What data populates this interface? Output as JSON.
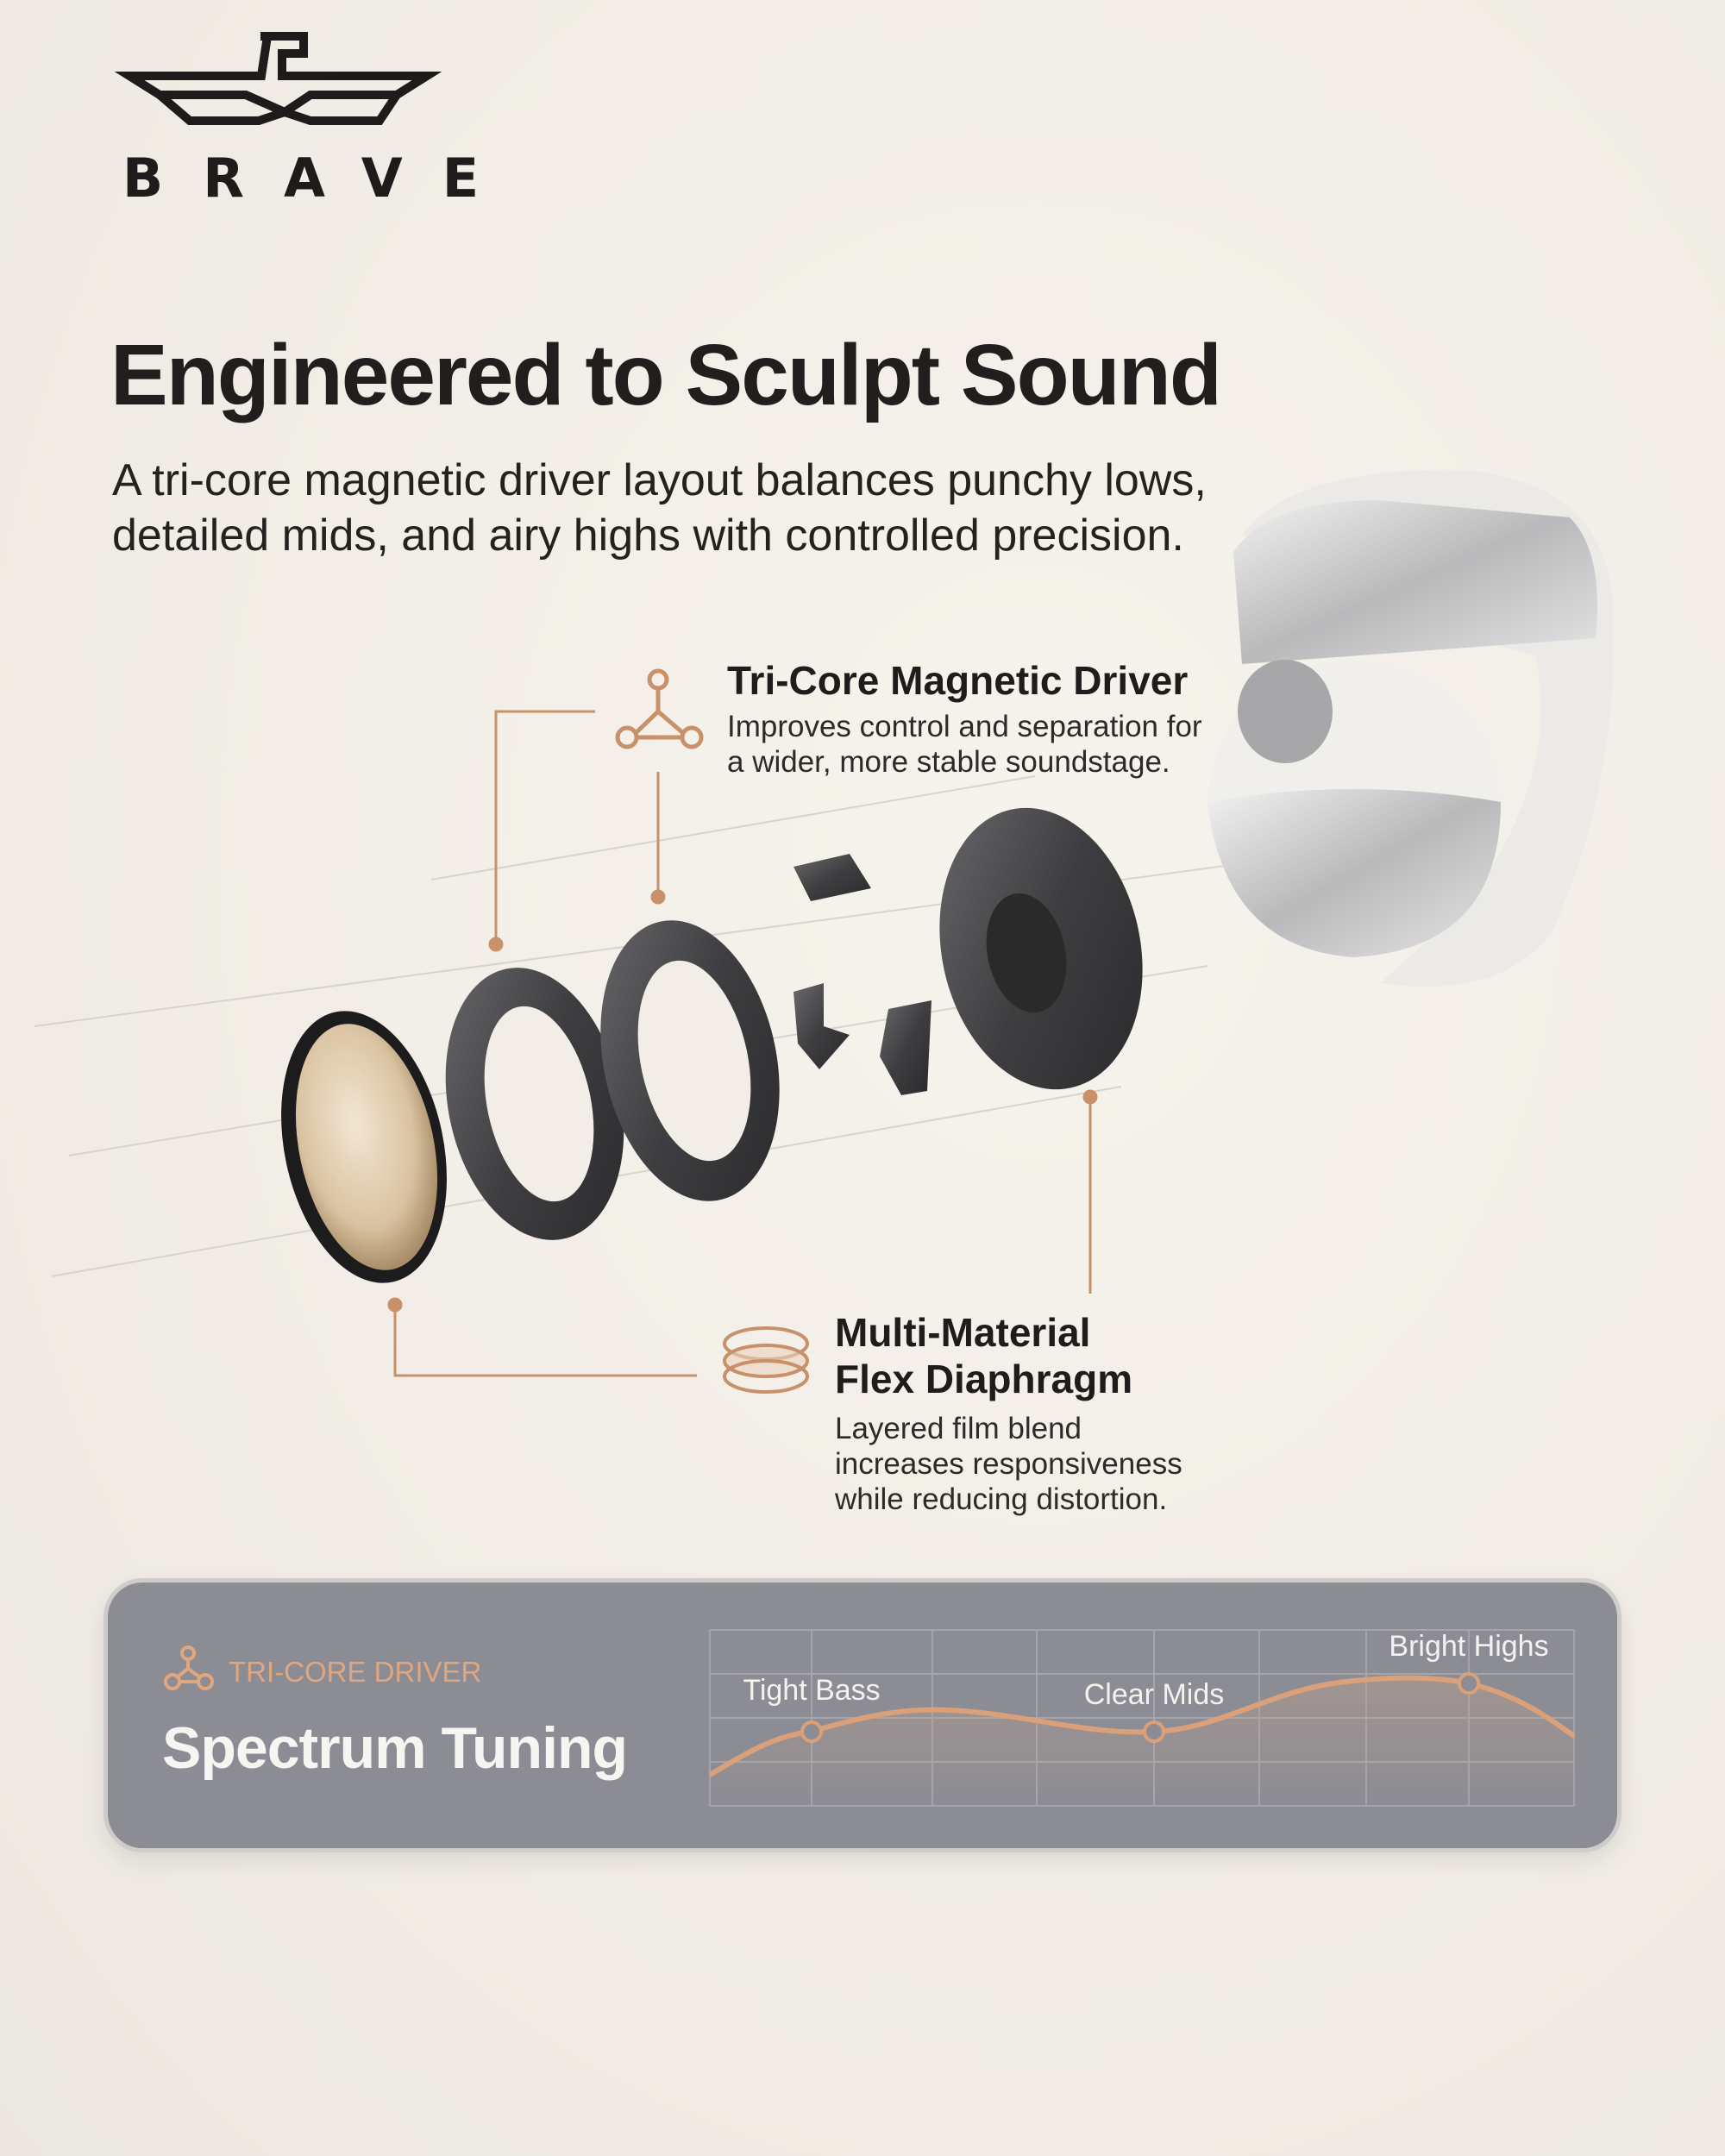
{
  "brand": {
    "name": "BRAVE"
  },
  "header": {
    "title": "Engineered to Sculpt Sound",
    "subtitle_lines": [
      "A tri-core magnetic driver layout balances punchy lows,",
      "detailed mids, and airy highs with controlled precision."
    ]
  },
  "callouts": [
    {
      "icon": "tri-node-icon",
      "title": "Tri-Core Magnetic Driver",
      "desc_lines": [
        "Improves control and separation for",
        "a wider, more stable soundstage."
      ]
    },
    {
      "icon": "layered-disc-icon",
      "title_lines": [
        "Multi-Material",
        "Flex Diaphragm"
      ],
      "desc_lines": [
        "Layered film blend",
        "increases responsiveness",
        "while reducing distortion."
      ]
    }
  ],
  "panel": {
    "kicker": "TRI-CORE DRIVER",
    "title": "Spectrum Tuning",
    "points": [
      "Tight Bass",
      "Clear Mids",
      "Bright Highs"
    ]
  },
  "colors": {
    "accent": "#c8916a",
    "panel": "#8c8c94",
    "background": "#f3efe8",
    "text": "#1e1c1a"
  }
}
